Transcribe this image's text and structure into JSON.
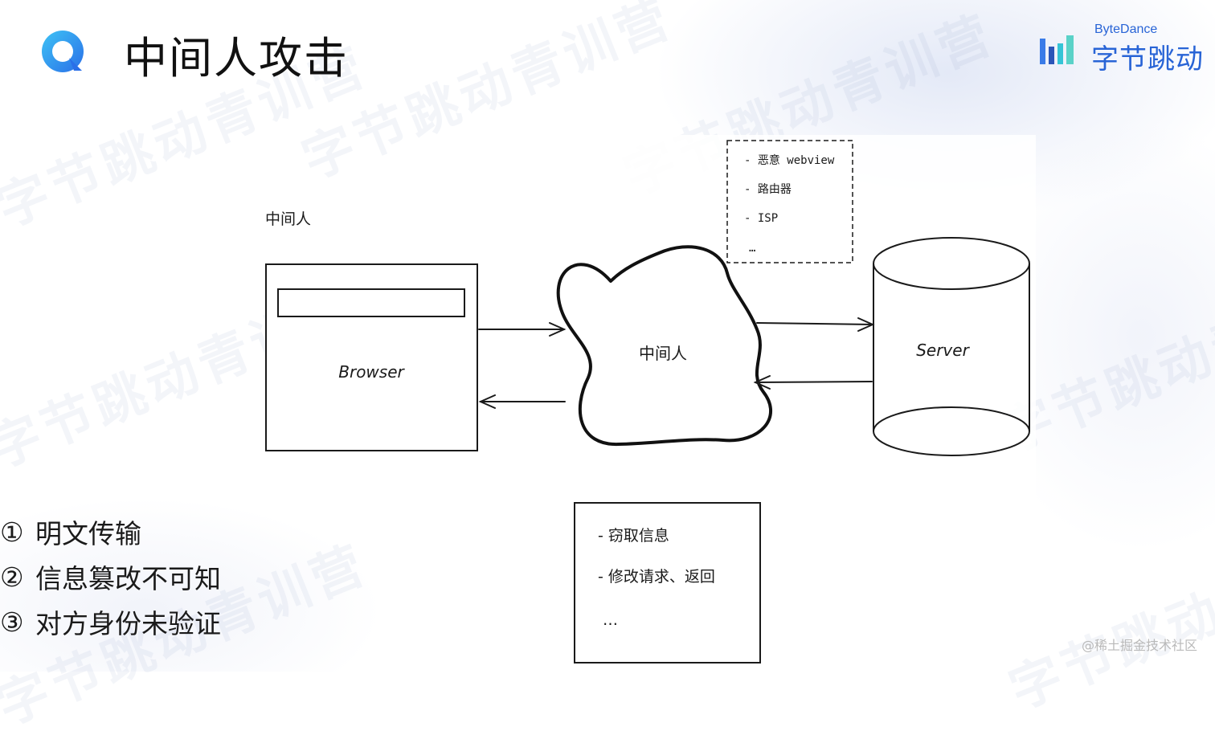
{
  "header": {
    "title": "中间人攻击",
    "logo_icon": "bytedance-camp-logo-icon",
    "brand": {
      "en": "ByteDance",
      "cn": "字节跳动",
      "color": "#2864d6"
    }
  },
  "watermark_text": "字节跳动青训营",
  "diagram": {
    "mitm_label": "中间人",
    "browser_label": "Browser",
    "cloud_label": "中间人",
    "server_label": "Server",
    "attackers": [
      "-  恶意 webview",
      "-  路由器",
      "-  ISP",
      "…"
    ],
    "actions": [
      "-  窃取信息",
      "-  修改请求、返回",
      "…"
    ]
  },
  "issues": [
    {
      "num": "①",
      "text": "明文传输"
    },
    {
      "num": "②",
      "text": "信息篡改不可知"
    },
    {
      "num": "③",
      "text": "对方身份未验证"
    }
  ],
  "footer": {
    "credit": "@稀土掘金技术社区"
  }
}
